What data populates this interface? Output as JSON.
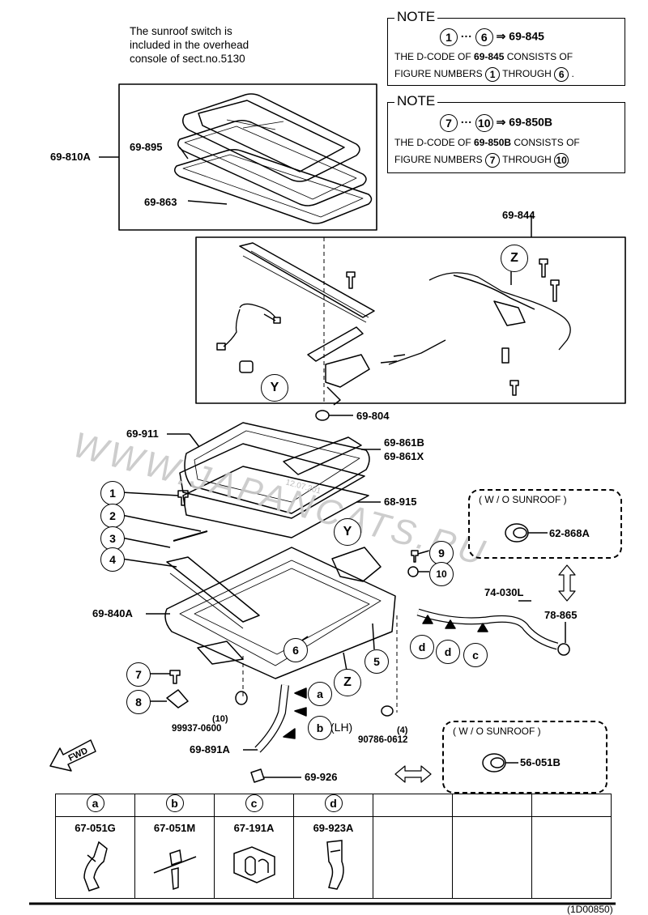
{
  "header_note": {
    "text_lines": [
      "The sunroof switch is",
      "included in the overhead",
      "console of sect.no.5130"
    ]
  },
  "note1": {
    "title": "NOTE",
    "range_from": "1",
    "ellipsis": "···",
    "range_to": "6",
    "arrow": "⇒",
    "code": "69-845",
    "line2_pre": "THE D-CODE OF",
    "line2_code": "69-845",
    "line2_post": "CONSISTS OF",
    "line3_pre": "FIGURE NUMBERS",
    "line3_from": "1",
    "line3_mid": "THROUGH",
    "line3_to": "6",
    "line3_end": "."
  },
  "note2": {
    "title": "NOTE",
    "range_from": "7",
    "ellipsis": "···",
    "range_to": "10",
    "arrow": "⇒",
    "code": "69-850B",
    "line2_pre": "THE D-CODE OF",
    "line2_code": "69-850B",
    "line2_post": "CONSISTS OF",
    "line3_pre": "FIGURE NUMBERS",
    "line3_from": "7",
    "line3_mid": "THROUGH",
    "line3_to": "10"
  },
  "part_labels": {
    "p69_810A": "69-810A",
    "p69_895": "69-895",
    "p69_863": "69-863",
    "p69_844": "69-844",
    "p69_804": "69-804",
    "p69_911": "69-911",
    "p69_861B": "69-861B",
    "p69_861X": "69-861X",
    "p68_915": "68-915",
    "p62_868A": "62-868A",
    "p74_030L": "74-030L",
    "p78_865": "78-865",
    "p69_840A": "69-840A",
    "p99937_qty": "(10)",
    "p99937": "99937-0600",
    "p90786_qty": "(4)",
    "p90786": "90786-0612",
    "p69_891A": "69-891A",
    "p69_926": "69-926",
    "p56_051B": "56-051B",
    "lh": "(LH)"
  },
  "callouts": {
    "c1": "1",
    "c2": "2",
    "c3": "3",
    "c4": "4",
    "c5": "5",
    "c6": "6",
    "c7": "7",
    "c8": "8",
    "c9": "9",
    "c10": "10",
    "z": "Z",
    "y": "Y",
    "a": "a",
    "b": "b",
    "c": "c",
    "d": "d"
  },
  "wo_sunroof": "( W / O  SUNROOF )",
  "wo_sunroof2": "( W / O  SUNROOF )",
  "fwd": "FWD",
  "watermark": "WWW.JAPANCATS.RU",
  "stamp": "12.07.201",
  "legend": {
    "columns": [
      {
        "letter": "a",
        "part": "67-051G"
      },
      {
        "letter": "b",
        "part": "67-051M"
      },
      {
        "letter": "c",
        "part": "67-191A"
      },
      {
        "letter": "d",
        "part": "69-923A"
      },
      {
        "letter": "",
        "part": ""
      },
      {
        "letter": "",
        "part": ""
      },
      {
        "letter": "",
        "part": ""
      }
    ]
  },
  "footer_code": "(1D00850)"
}
